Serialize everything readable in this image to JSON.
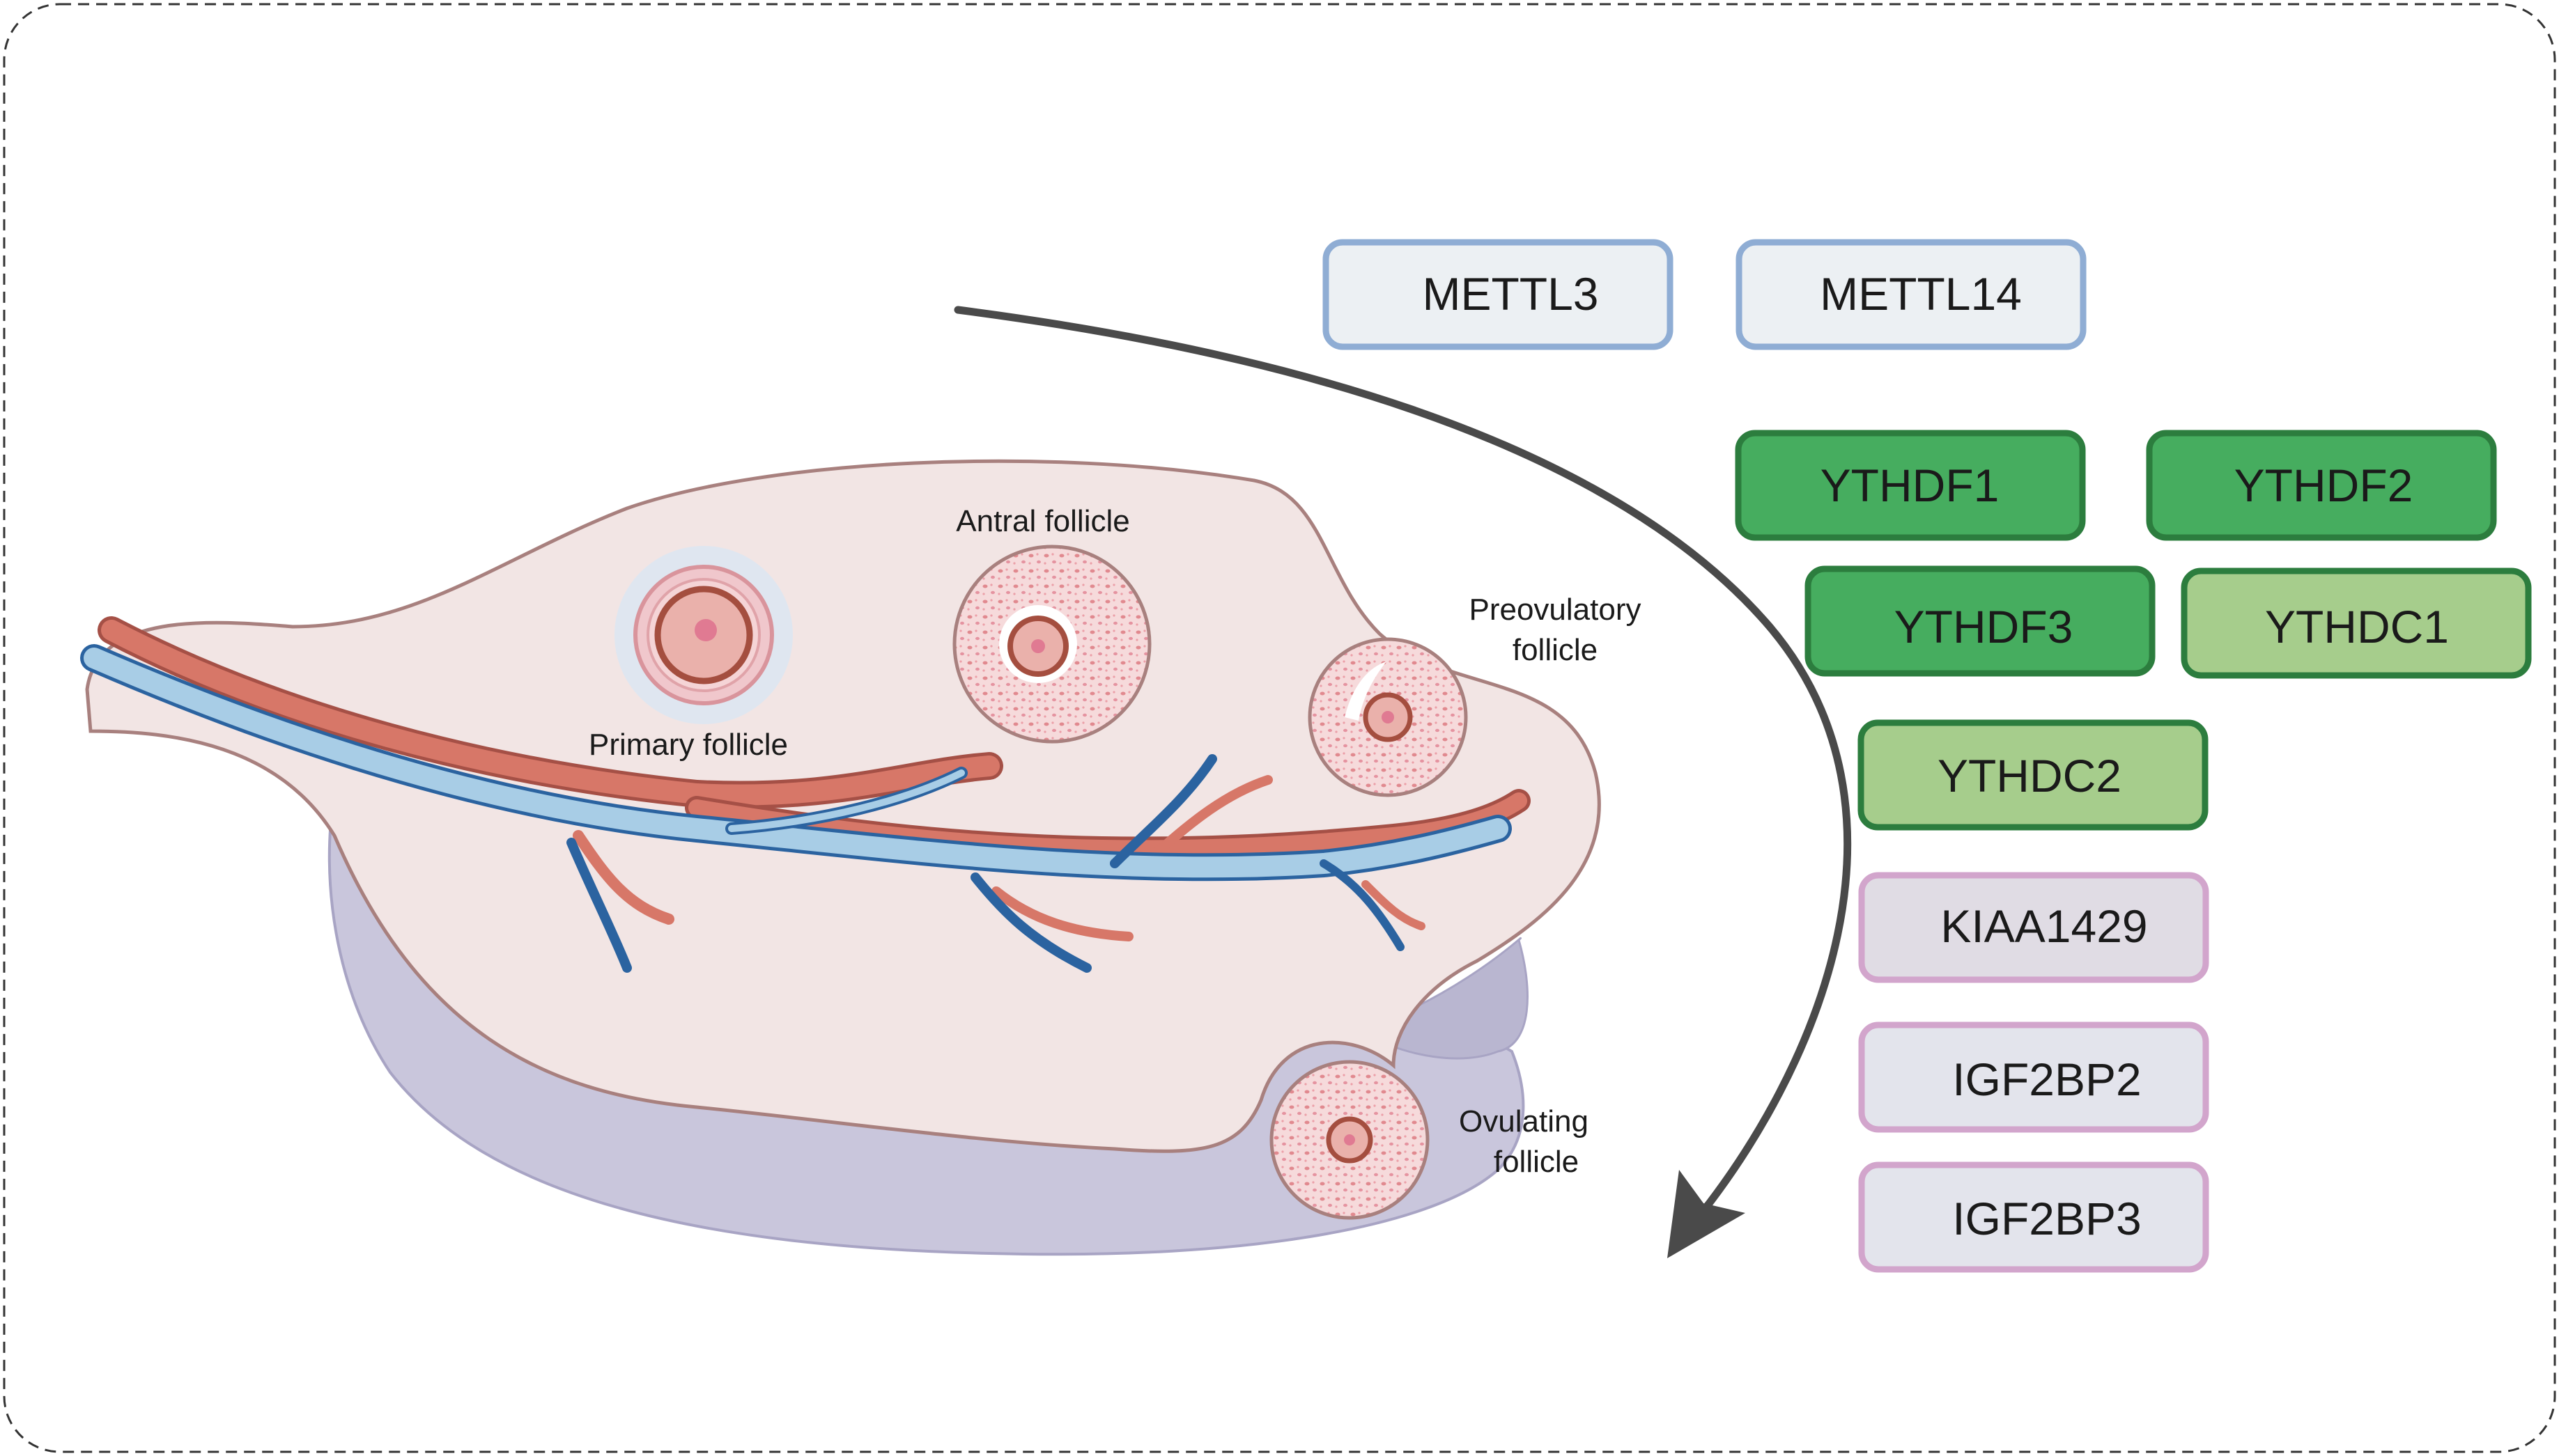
{
  "labels": {
    "antral": "Antral follicle",
    "primary": "Primary follicle",
    "preovulatory_1": "Preovulatory",
    "preovulatory_2": "follicle",
    "ovulating_1": "Ovulating",
    "ovulating_2": "follicle"
  },
  "genes": {
    "mettl3": "METTL3",
    "mettl14": "METTL14",
    "ythdf1": "YTHDF1",
    "ythdf2": "YTHDF2",
    "ythdf3": "YTHDF3",
    "ythdc1": "YTHDC1",
    "ythdc2": "YTHDC2",
    "kiaa1429": "KIAA1429",
    "igf2bp2": "IGF2BP2",
    "igf2bp3": "IGF2BP3"
  },
  "colors": {
    "writer_fill": "#ecf0f3",
    "writer_border": "#8fadd4",
    "reader_dark_fill": "#46ad5f",
    "reader_light_fill": "#a6cd8c",
    "reader_border": "#2c7d3e",
    "other_fill": "#e0dce4",
    "other_border": "#d2a5cc",
    "igf_fill": "#e3e4ec",
    "arrow": "#4a4a4a",
    "ovary_fill": "#f2e5e4",
    "ovary_border": "#a8807e",
    "artery": "#d77768",
    "vein": "#a8cde6",
    "follicle_fill": "#f4d2d4"
  }
}
